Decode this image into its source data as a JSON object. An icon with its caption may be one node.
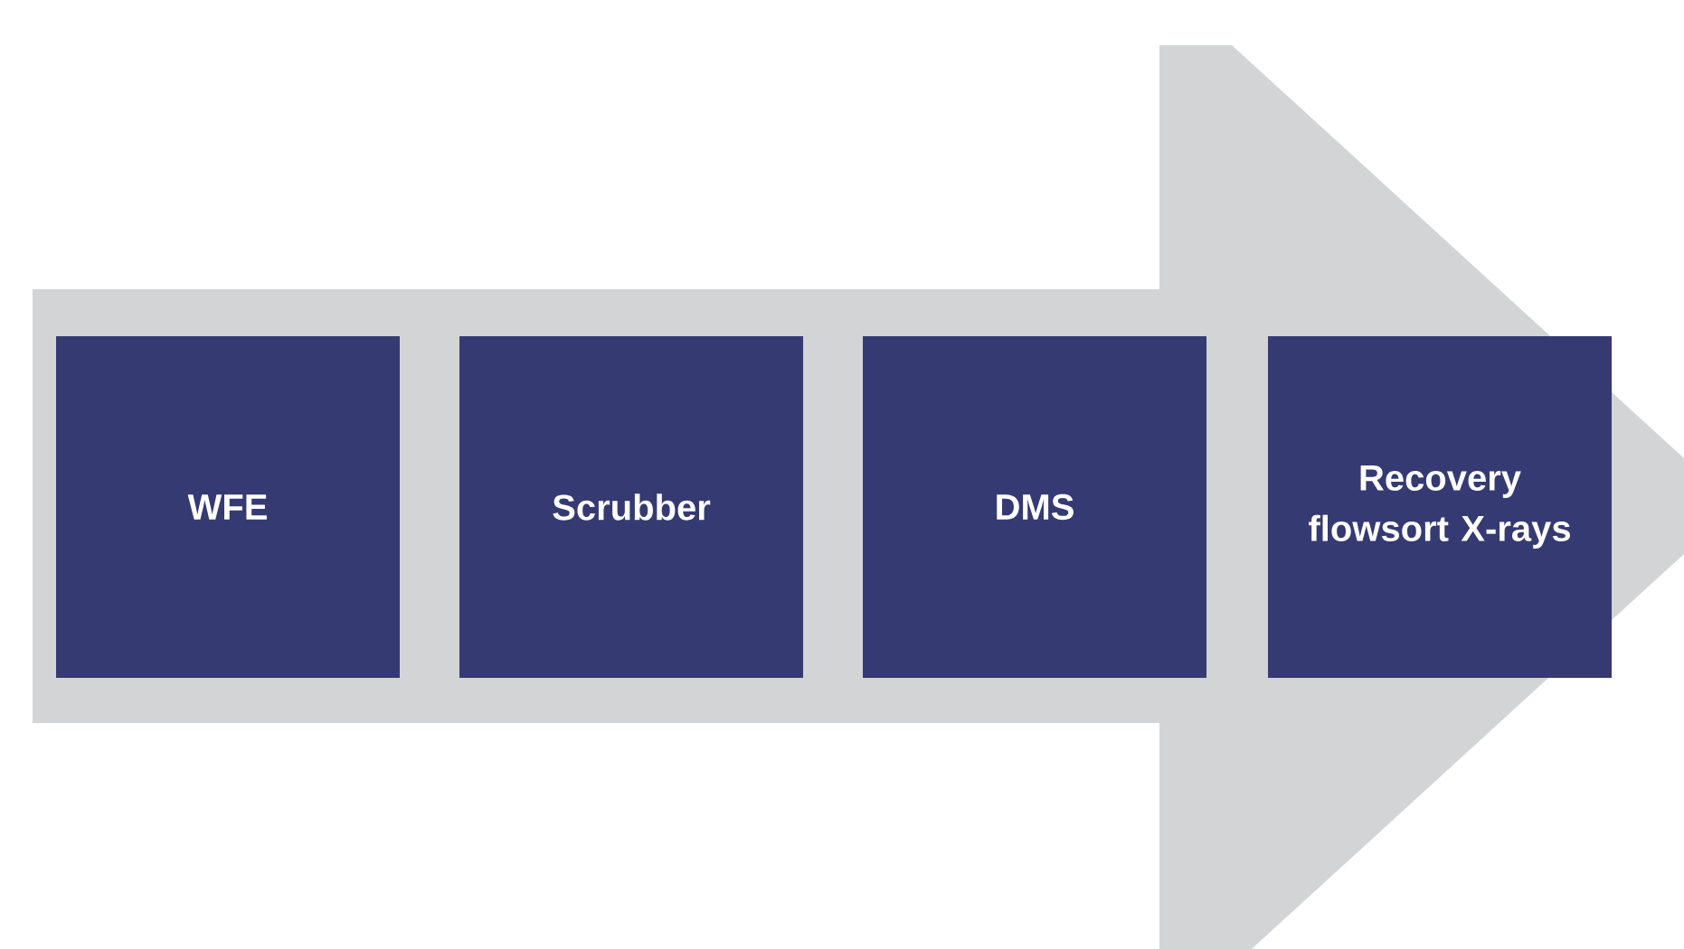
{
  "diagram": {
    "nodes": [
      {
        "text": [
          "WFE"
        ]
      },
      {
        "text": [
          "Scrubber"
        ]
      },
      {
        "text": [
          "DMS"
        ]
      },
      {
        "text": [
          "Recovery flowsort X-rays"
        ]
      }
    ]
  }
}
